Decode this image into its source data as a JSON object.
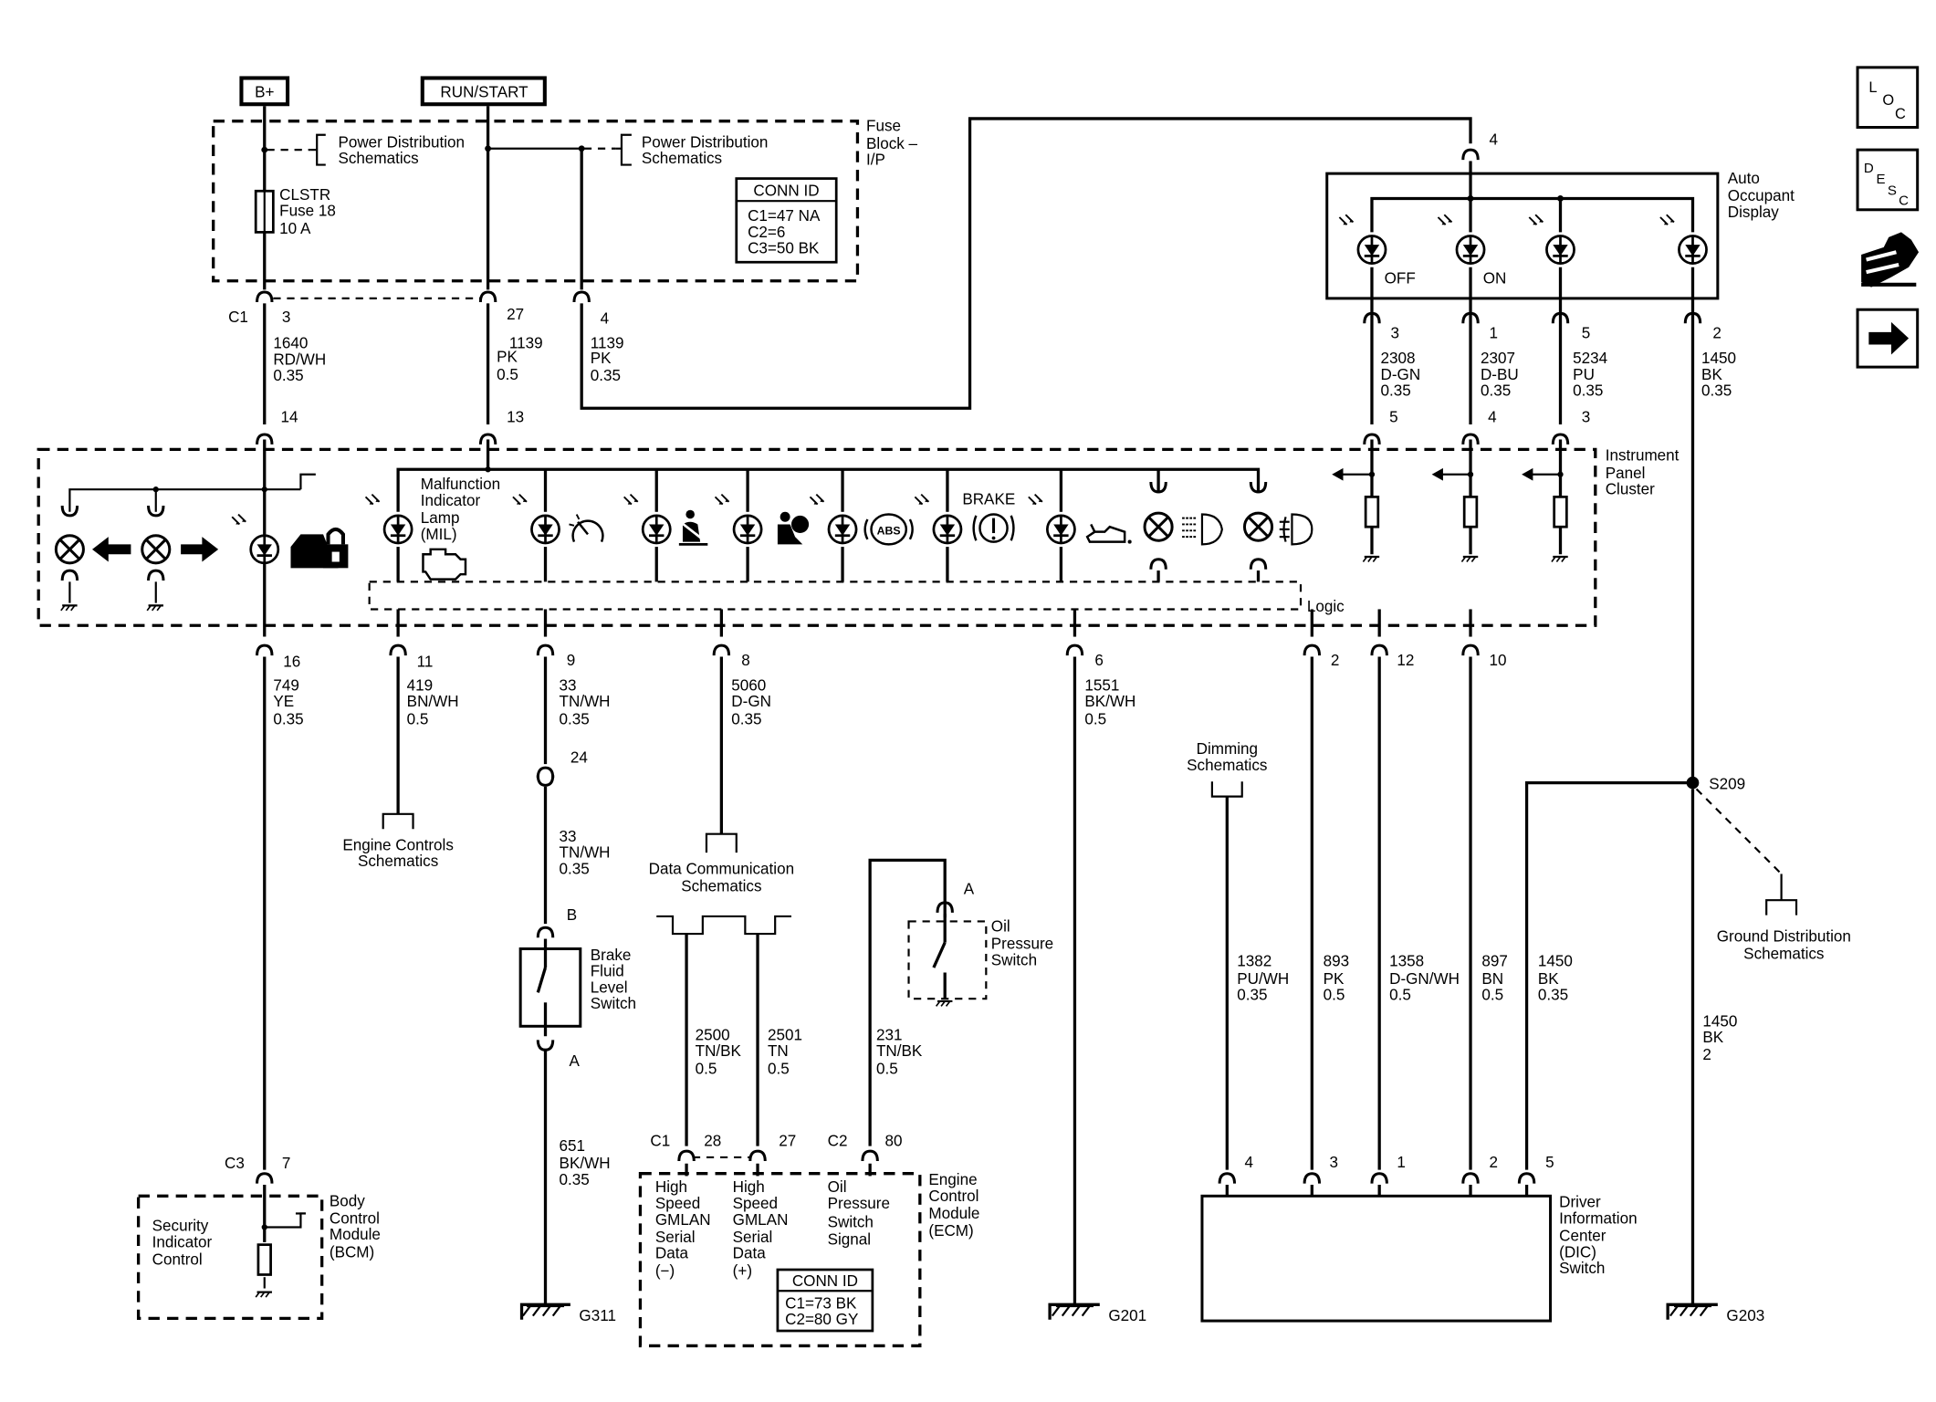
{
  "source_boxes": {
    "b_plus": "B+",
    "run_start": "RUN/START"
  },
  "fuse_block": {
    "title": [
      "Fuse",
      "Block –",
      "I/P"
    ],
    "power_dist_left": [
      "Power Distribution",
      "Schematics"
    ],
    "power_dist_right": [
      "Power Distribution",
      "Schematics"
    ],
    "fuse_label": [
      "CLSTR",
      "Fuse 18",
      "10 A"
    ],
    "conn_id_title": "CONN ID",
    "conn_id_lines": [
      "C1=47 NA",
      "C2=6",
      "C3=50 BK"
    ]
  },
  "wires_top": {
    "c1": "C1",
    "pin3": "3",
    "pin27": "27",
    "pin4": "4",
    "w1": [
      "1640",
      "RD/WH",
      "0.35"
    ],
    "w2_num": "1139",
    "w2": [
      "PK",
      "0.5"
    ],
    "w3": [
      "1139",
      "PK",
      "0.35"
    ],
    "pin14": "14",
    "pin13": "13",
    "aod_pin4": "4"
  },
  "aod": {
    "title": [
      "Auto",
      "Occupant",
      "Display"
    ],
    "off": "OFF",
    "on": "ON",
    "pins": [
      "3",
      "1",
      "5",
      "2"
    ],
    "wires": [
      [
        "2308",
        "D-GN",
        "0.35"
      ],
      [
        "2307",
        "D-BU",
        "0.35"
      ],
      [
        "5234",
        "PU",
        "0.35"
      ],
      [
        "1450",
        "BK",
        "0.35"
      ]
    ],
    "ipc_pins": [
      "5",
      "4",
      "3"
    ]
  },
  "ipc": {
    "title": [
      "Instrument",
      "Panel",
      "Cluster"
    ],
    "mil": [
      "Malfunction",
      "Indicator",
      "Lamp",
      "(MIL)"
    ],
    "brake": "BRAKE",
    "abs": "ABS",
    "logic": "Logic"
  },
  "ipc_bottom": {
    "pins": [
      "16",
      "11",
      "9",
      "8",
      "6",
      "2",
      "12",
      "10"
    ],
    "w16": [
      "749",
      "YE",
      "0.35"
    ],
    "w11": [
      "419",
      "BN/WH",
      "0.5"
    ],
    "w9": [
      "33",
      "TN/WH",
      "0.35"
    ],
    "w8": [
      "5060",
      "D-GN",
      "0.35"
    ],
    "w6": [
      "1551",
      "BK/WH",
      "0.5"
    ]
  },
  "left_lower": {
    "c3": "C3",
    "pin7": "7",
    "bcm_title": [
      "Body",
      "Control",
      "Module",
      "(BCM)"
    ],
    "security": [
      "Security",
      "Indicator",
      "Control"
    ]
  },
  "engine_controls": [
    "Engine Controls",
    "Schematics"
  ],
  "brake_switch": {
    "pin24": "24",
    "w": [
      "33",
      "TN/WH",
      "0.35"
    ],
    "pinB": "B",
    "pinA": "A",
    "title": [
      "Brake",
      "Fluid",
      "Level",
      "Switch"
    ],
    "w2": [
      "651",
      "BK/WH",
      "0.35"
    ],
    "ground": "G311"
  },
  "data_comm": [
    "Data Communication",
    "Schematics"
  ],
  "ecm": {
    "w1": [
      "2500",
      "TN/BK",
      "0.5"
    ],
    "w2": [
      "2501",
      "TN",
      "0.5"
    ],
    "w3": [
      "231",
      "TN/BK",
      "0.5"
    ],
    "c1": "C1",
    "pin28": "28",
    "pin27": "27",
    "c2": "C2",
    "pin80": "80",
    "title": [
      "Engine",
      "Control",
      "Module",
      "(ECM)"
    ],
    "col1": [
      "High",
      "Speed",
      "GMLAN",
      "Serial",
      "Data",
      "(−)"
    ],
    "col2": [
      "High",
      "Speed",
      "GMLAN",
      "Serial",
      "Data",
      "(+)"
    ],
    "col3": [
      "Oil",
      "Pressure",
      "Switch",
      "Signal"
    ],
    "conn_id_title": "CONN ID",
    "conn_id_lines": [
      "C1=73 BK",
      "C2=80 GY"
    ]
  },
  "oil_switch": {
    "pinA": "A",
    "title": [
      "Oil",
      "Pressure",
      "Switch"
    ]
  },
  "g201": "G201",
  "dimming": [
    "Dimming",
    "Schematics"
  ],
  "dic": {
    "wires": [
      [
        "1382",
        "PU/WH",
        "0.35"
      ],
      [
        "893",
        "PK",
        "0.5"
      ],
      [
        "1358",
        "D-GN/WH",
        "0.5"
      ],
      [
        "897",
        "BN",
        "0.5"
      ],
      [
        "1450",
        "BK",
        "0.35"
      ]
    ],
    "pins": [
      "4",
      "3",
      "1",
      "2",
      "5"
    ],
    "title": [
      "Driver",
      "Information",
      "Center",
      "(DIC)",
      "Switch"
    ]
  },
  "splice": {
    "name": "S209",
    "ground_dist": [
      "Ground Distribution",
      "Schematics"
    ],
    "w": [
      "1450",
      "BK",
      "2"
    ],
    "ground": "G203"
  },
  "nav": {
    "loc": [
      "L",
      "O",
      "C"
    ],
    "desc": [
      "D",
      "E",
      "S",
      "C"
    ]
  }
}
